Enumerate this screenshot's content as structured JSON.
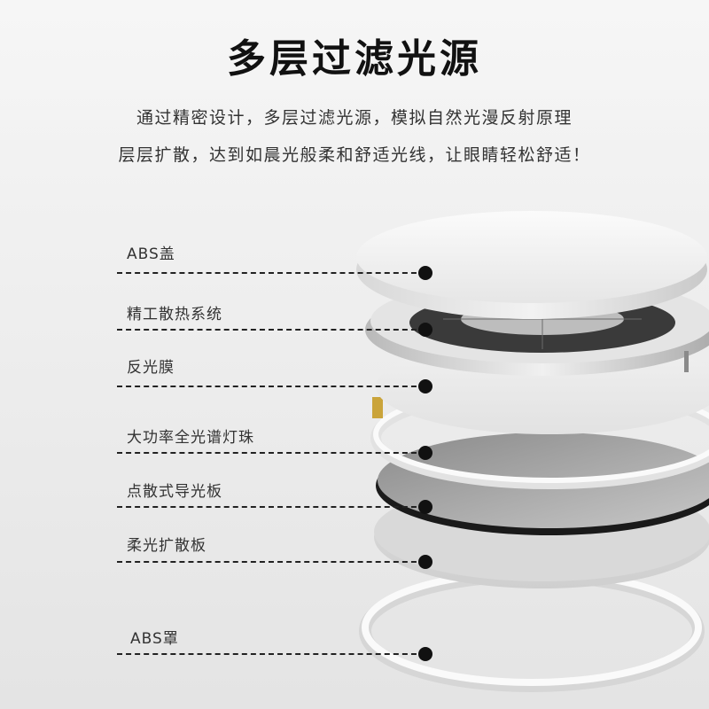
{
  "header": {
    "title": "多层过滤光源",
    "description_line1": "通过精密设计，多层过滤光源，模拟自然光漫反射原理",
    "description_line2": "层层扩散，达到如晨光般柔和舒适光线，让眼睛轻松舒适！"
  },
  "layers": [
    {
      "label": "ABS盖"
    },
    {
      "label": "精工散热系统"
    },
    {
      "label": "反光膜"
    },
    {
      "label": "大功率全光谱灯珠"
    },
    {
      "label": "点散式导光板"
    },
    {
      "label": "柔光扩散板"
    },
    {
      "label": "ABS罩"
    }
  ],
  "colors": {
    "leader_line": "#222222",
    "dot": "#111111",
    "background": "#eeeeee"
  }
}
